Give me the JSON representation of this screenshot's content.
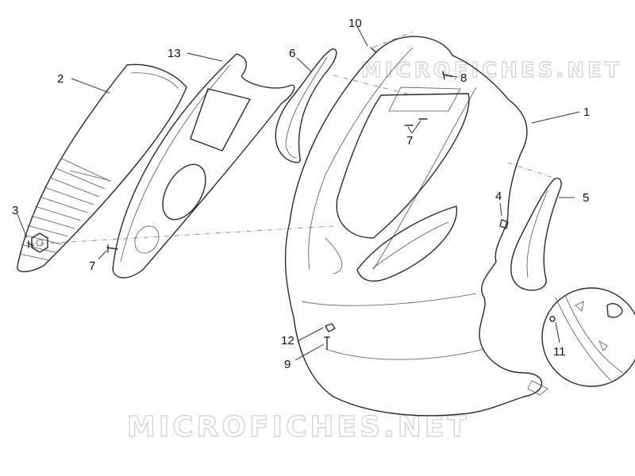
{
  "watermark": {
    "top": "MICROFICHES.NET",
    "bottom": "MICROFICHES.NET"
  },
  "callouts": [
    {
      "id": "c1",
      "label": "1"
    },
    {
      "id": "c2",
      "label": "2"
    },
    {
      "id": "c3",
      "label": "3"
    },
    {
      "id": "c4",
      "label": "4"
    },
    {
      "id": "c5",
      "label": "5"
    },
    {
      "id": "c6",
      "label": "6"
    },
    {
      "id": "c7a",
      "label": "7"
    },
    {
      "id": "c7b",
      "label": "7"
    },
    {
      "id": "c8",
      "label": "8"
    },
    {
      "id": "c9",
      "label": "9"
    },
    {
      "id": "c10",
      "label": "10"
    },
    {
      "id": "c11",
      "label": "11"
    },
    {
      "id": "c12",
      "label": "12"
    },
    {
      "id": "c13",
      "label": "13"
    }
  ],
  "colors": {
    "line": "#2a2a2a",
    "watermark": "#cfcfcf"
  }
}
